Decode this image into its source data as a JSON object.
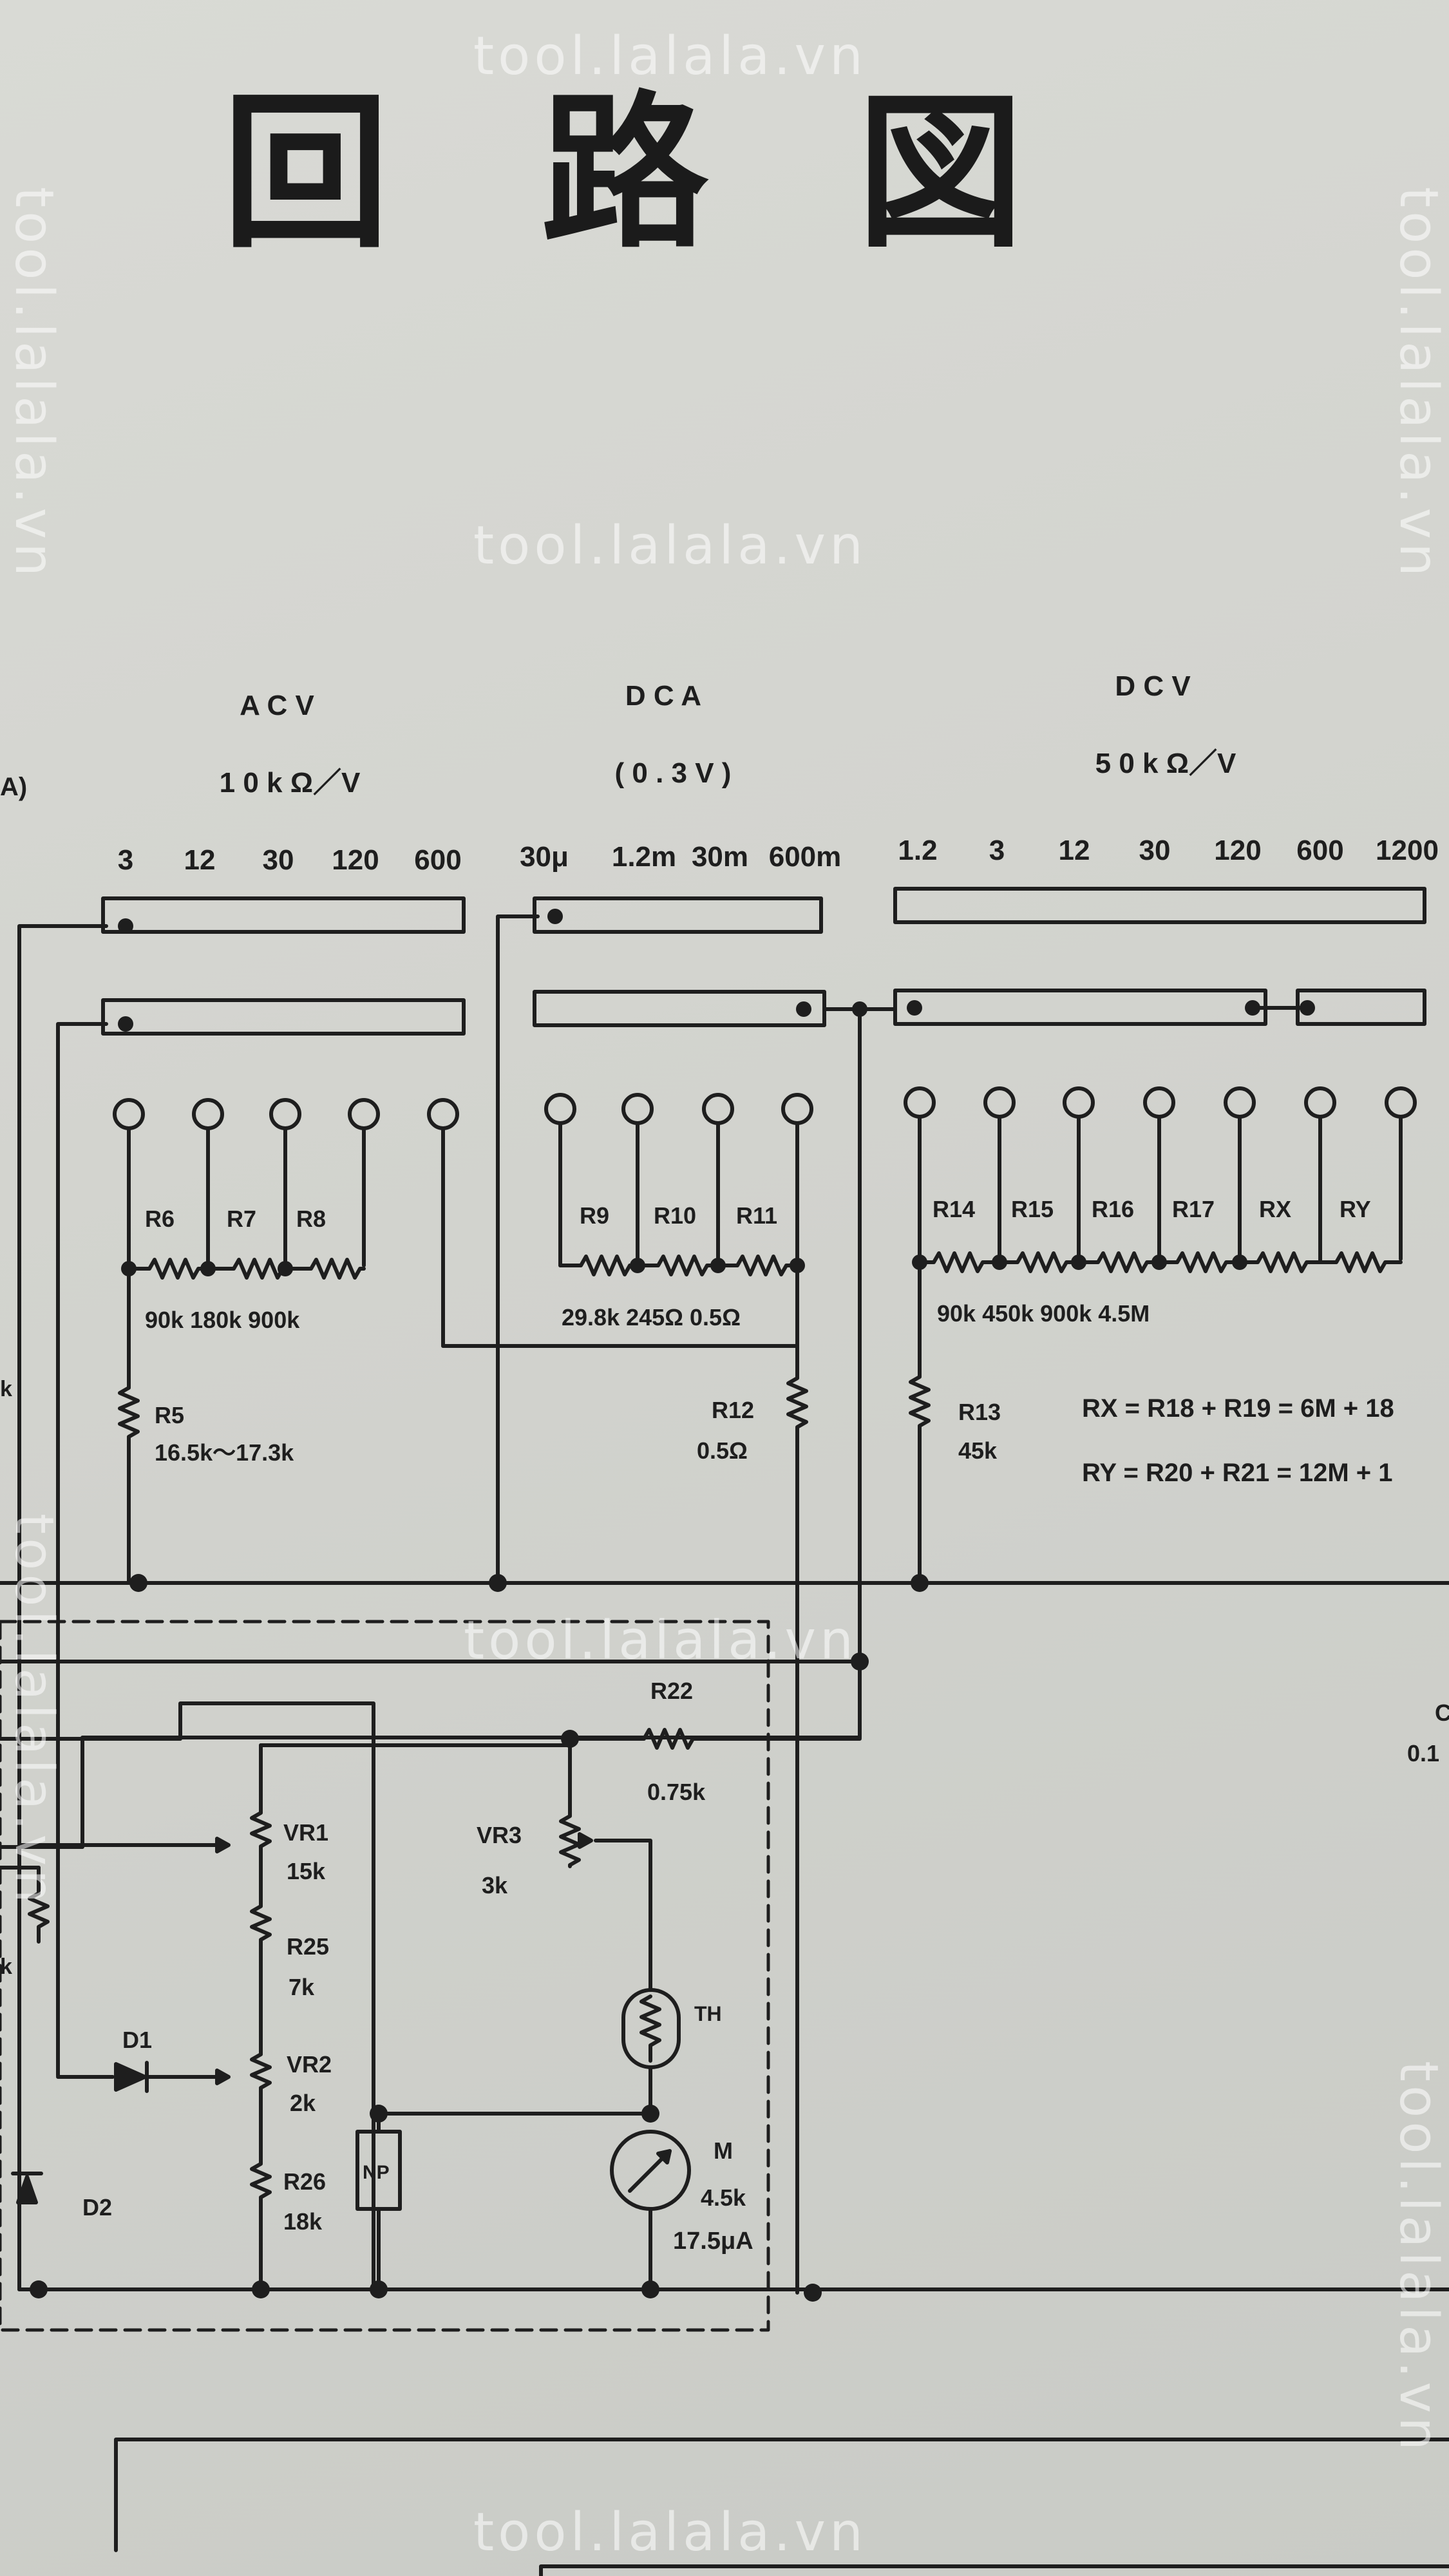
{
  "title": {
    "chars": [
      "回",
      "路",
      "図"
    ]
  },
  "watermark": "tool.lalala.vn",
  "sections": {
    "acv": {
      "name": "A C V",
      "spec": "1 0 k Ω／V"
    },
    "dca": {
      "name": "D C A",
      "spec": "( 0 . 3 V )"
    },
    "dcv": {
      "name": "D C V",
      "spec": "5 0 k Ω／V"
    }
  },
  "edge_label": "A)",
  "ranges": [
    "3",
    "12",
    "30",
    "120",
    "600",
    "30μ",
    "1.2m",
    "30m",
    "600m",
    "1.2",
    "3",
    "12",
    "30",
    "120",
    "600",
    "1200"
  ],
  "resistors": {
    "r6": "R6",
    "r7": "R7",
    "r8": "R8",
    "r8_values": "90k 180k 900k",
    "r5": "R5",
    "r5_value": "16.5k～17.3k",
    "r9": "R9",
    "r10": "R10",
    "r11": "R11",
    "r9_values": "29.8k 245Ω 0.5Ω",
    "r12": "R12",
    "r12_value": "0.5Ω",
    "r13": "R13",
    "r13_value": "45k",
    "r14": "R14",
    "r15": "R15",
    "r16": "R16",
    "r17": "R17",
    "rx": "RX",
    "ry": "RY",
    "r14_values": "90k 450k 900k 4.5M",
    "rx_formula": "RX = R18 + R19 = 6M + 18",
    "ry_formula": "RY = R20 + R21 = 12M + 1",
    "r22": "R22",
    "r22_value": "0.75k",
    "vr1": "VR1",
    "vr1_value": "15k",
    "vr3": "VR3",
    "vr3_value": "3k",
    "r25": "R25",
    "r25_value": "7k",
    "vr2": "VR2",
    "vr2_value": "2k",
    "r26": "R26",
    "r26_value": "18k",
    "d1": "D1",
    "d2": "D2",
    "th": "TH",
    "np": "NP",
    "meter": "M",
    "meter_r": "4.5k",
    "meter_i": "17.5μA"
  },
  "edge_fragments": {
    "left_k1": "k",
    "left_k2": "k",
    "right_c": "C",
    "right_01": "0.1"
  }
}
